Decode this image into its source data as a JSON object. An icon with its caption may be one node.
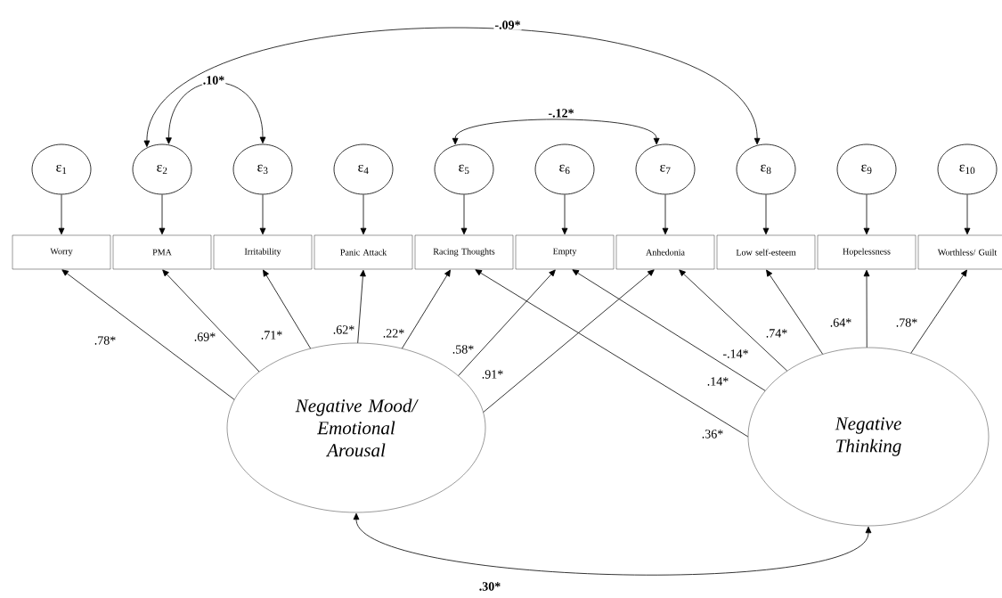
{
  "diagram": {
    "nodes": [
      {
        "text": [
          "ε$_{1}$"
        ]
      },
      {
        "text": [
          "ε$_{2}$"
        ]
      },
      {
        "text": [
          "ε$_{3}$"
        ]
      },
      {
        "text": [
          "ε$_{4}$"
        ]
      },
      {
        "text": [
          "ε$_{5}$"
        ]
      },
      {
        "text": [
          "ε$_{6}$"
        ]
      },
      {
        "text": [
          "ε$_{7}$"
        ]
      },
      {
        "text": [
          "ε$_{8}$"
        ]
      },
      {
        "text": [
          "ε$_{9}$"
        ]
      },
      {
        "text": [
          "ε$_{10}$"
        ]
      },
      {
        "text": [
          "Worry"
        ]
      },
      {
        "text": [
          "PMA"
        ]
      },
      {
        "text": [
          "Irritability"
        ]
      },
      {
        "text": [
          "Panic Attack"
        ]
      },
      {
        "text": [
          "Racing Thoughts"
        ]
      },
      {
        "text": [
          "Empty"
        ]
      },
      {
        "text": [
          "Anhedonia"
        ]
      },
      {
        "text": [
          "Low self-esteem"
        ]
      },
      {
        "text": [
          "Hopelessness"
        ]
      },
      {
        "text": [
          "Worthless/ Guilt"
        ]
      },
      {
        "text": [
          "Negative Mood/ Emotional Arousal"
        ]
      },
      {
        "text": [
          "Negative Thinking"
        ]
      }
    ],
    "edges": [
      {
        "from": 0,
        "to": 10,
        "arrow": "to"
      },
      {
        "from": 1,
        "to": 11,
        "arrow": "to"
      },
      {
        "from": 2,
        "to": 12,
        "arrow": "to"
      },
      {
        "from": 3,
        "to": 13,
        "arrow": "to"
      },
      {
        "from": 4,
        "to": 14,
        "arrow": "to"
      },
      {
        "from": 5,
        "to": 15,
        "arrow": "to"
      },
      {
        "from": 6,
        "to": 16,
        "arrow": "to"
      },
      {
        "from": 7,
        "to": 17,
        "arrow": "to"
      },
      {
        "from": 8,
        "to": 18,
        "arrow": "to"
      },
      {
        "from": 9,
        "to": 19,
        "arrow": "to"
      },
      {
        "from": 20,
        "to": 10,
        "arrow": "to",
        "label": ".78*"
      },
      {
        "from": 20,
        "to": 11,
        "arrow": "to",
        "label": ".69*"
      },
      {
        "from": 20,
        "to": 12,
        "arrow": "to",
        "label": ".71*"
      },
      {
        "from": 20,
        "to": 13,
        "arrow": "to",
        "label": ".62*"
      },
      {
        "from": 20,
        "to": 14,
        "arrow": "to",
        "label": ".22*"
      },
      {
        "from": 20,
        "to": 15,
        "arrow": "to",
        "label": ".58*"
      },
      {
        "from": 20,
        "to": 16,
        "arrow": "to",
        "label": ".91*"
      },
      {
        "from": 21,
        "to": 14,
        "arrow": "to",
        "label": ".36*"
      },
      {
        "from": 21,
        "to": 15,
        "arrow": "to",
        "label": ".14*"
      },
      {
        "from": 21,
        "to": 16,
        "arrow": "to",
        "label": "-.14*"
      },
      {
        "from": 21,
        "to": 17,
        "arrow": "to",
        "label": ".74*"
      },
      {
        "from": 21,
        "to": 18,
        "arrow": "to",
        "label": ".64*"
      },
      {
        "from": 21,
        "to": 19,
        "arrow": "to",
        "label": ".78*"
      },
      {
        "from": 1,
        "to": 2,
        "arrow": "both",
        "label": ".10*"
      },
      {
        "from": 4,
        "to": 6,
        "arrow": "both",
        "label": "-.12*"
      },
      {
        "from": 1,
        "to": 7,
        "arrow": "both",
        "label": "-.09*"
      },
      {
        "from": 20,
        "to": 21,
        "arrow": "both",
        "label": ".30*"
      }
    ]
  }
}
